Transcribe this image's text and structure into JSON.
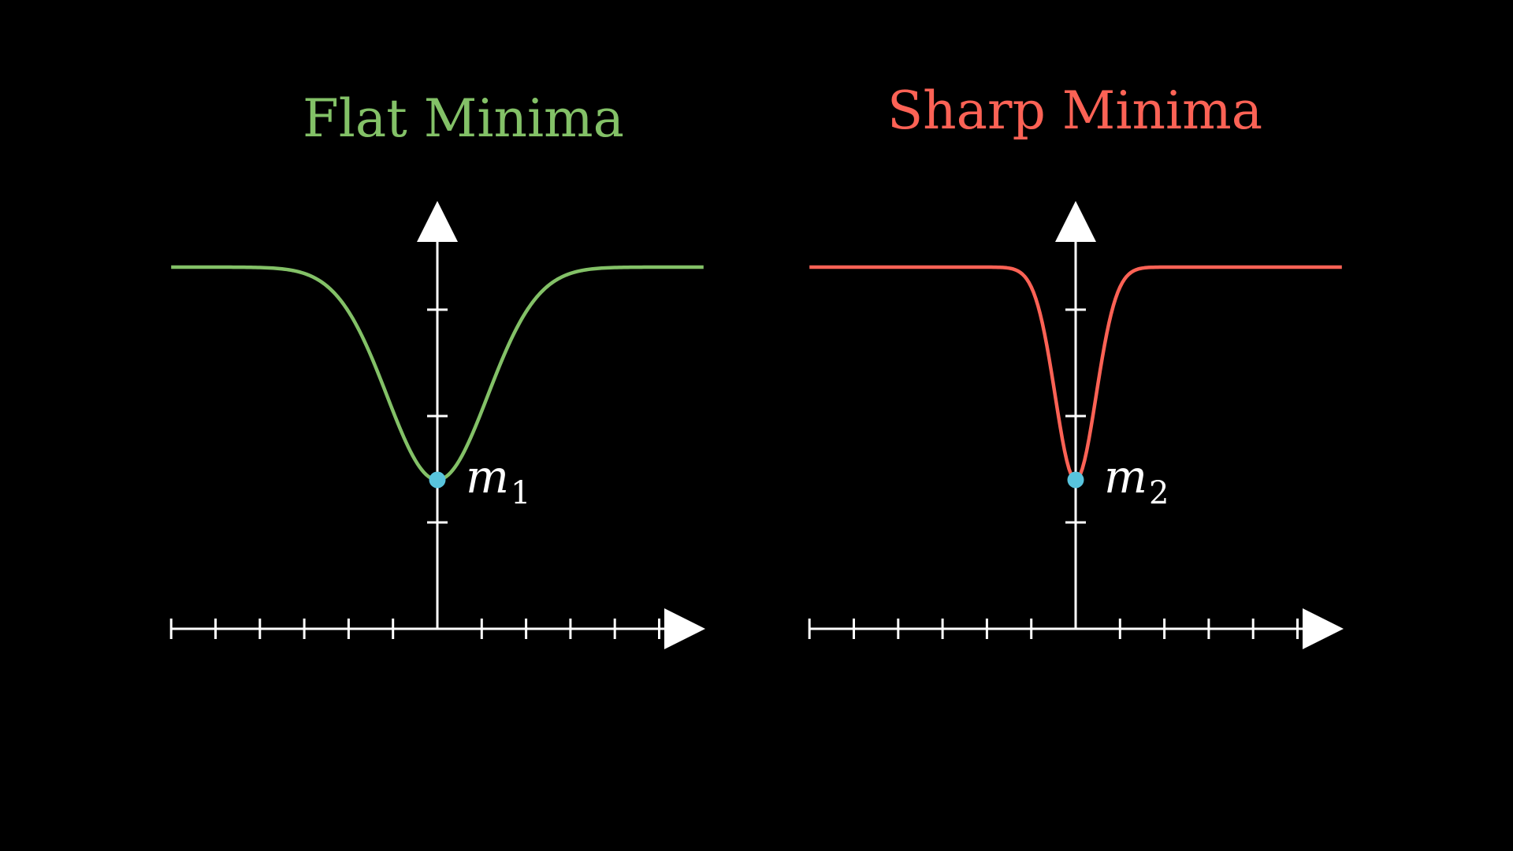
{
  "colors": {
    "background": "#000000",
    "axis": "#ffffff",
    "flat_curve": "#83c167",
    "sharp_curve": "#fc6255",
    "minimum_point": "#58c4dd"
  },
  "panels": {
    "flat": {
      "title": "Flat Minima",
      "minimum_label": "m",
      "minimum_subscript": "1",
      "curve_color": "#83c167"
    },
    "sharp": {
      "title": "Sharp Minima",
      "minimum_label": "m",
      "minimum_subscript": "2",
      "curve_color": "#fc6255"
    }
  },
  "chart_data": [
    {
      "type": "line",
      "title": "Flat Minima",
      "xlim": [
        -6,
        6
      ],
      "ylim": [
        0,
        4
      ],
      "x_ticks": [
        -6,
        -5,
        -4,
        -3,
        -2,
        -1,
        1,
        2,
        3,
        4,
        5
      ],
      "y_ticks": [
        1,
        2,
        3
      ],
      "curve": {
        "baseline": 3.4,
        "depth": 2.0,
        "width": 1.6
      },
      "minimum": {
        "x": 0,
        "y": 1.4,
        "label": "m1"
      }
    },
    {
      "type": "line",
      "title": "Sharp Minima",
      "xlim": [
        -6,
        6
      ],
      "ylim": [
        0,
        4
      ],
      "x_ticks": [
        -6,
        -5,
        -4,
        -3,
        -2,
        -1,
        1,
        2,
        3,
        4,
        5
      ],
      "y_ticks": [
        1,
        2,
        3
      ],
      "curve": {
        "baseline": 3.4,
        "depth": 2.0,
        "width": 0.65
      },
      "minimum": {
        "x": 0,
        "y": 1.4,
        "label": "m2"
      }
    }
  ]
}
